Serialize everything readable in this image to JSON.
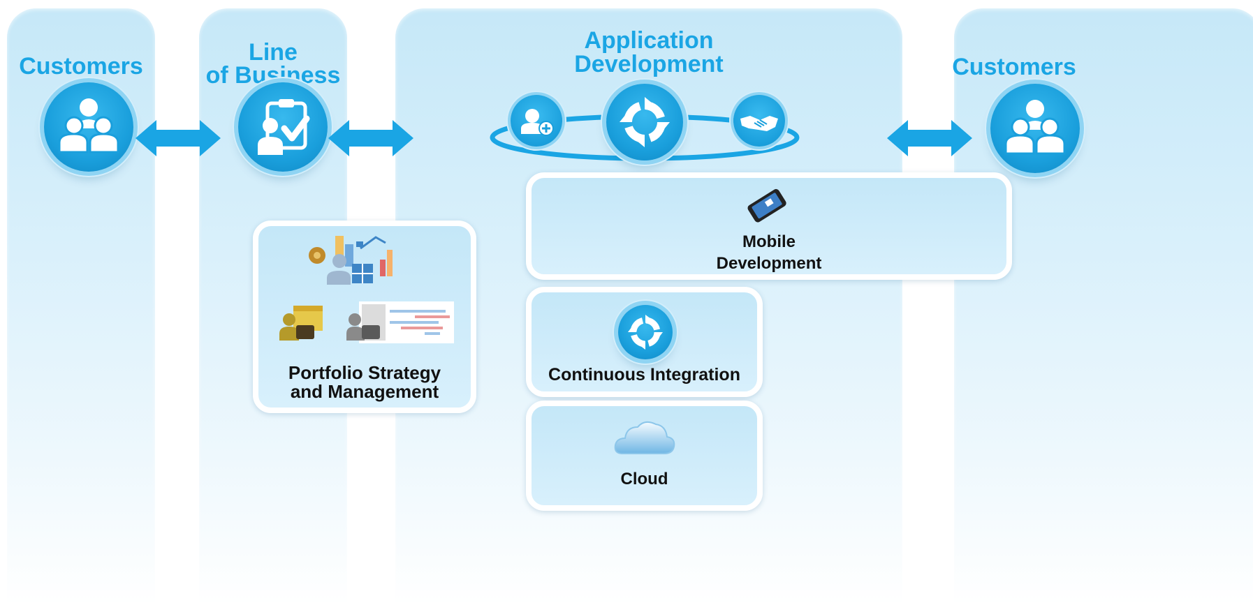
{
  "columns": {
    "customers_left": {
      "title": "Customers"
    },
    "line_of_business": {
      "title_line1": "Line",
      "title_line2": "of Business"
    },
    "app_dev": {
      "title_line1": "Application",
      "title_line2": "Development"
    },
    "customers_right": {
      "title": "Customers"
    }
  },
  "cards": {
    "portfolio": {
      "line1": "Portfolio Strategy",
      "line2": "and Management"
    },
    "mobile": {
      "line1": "Mobile",
      "line2": "Development"
    },
    "ci": {
      "label": "Continuous Integration"
    },
    "cloud": {
      "label": "Cloud"
    }
  },
  "icons": {
    "customers": "group-of-people-icon",
    "line_of_business": "clipboard-person-check-icon",
    "add_user": "add-user-icon",
    "lifecycle": "circular-arrows-icon",
    "handshake": "handshake-icon",
    "bidirectional_arrow": "double-headed-arrow-icon",
    "mobile": "smartphone-icon",
    "cloud": "cloud-icon"
  },
  "colors": {
    "accent": "#1aa5e4",
    "column_bg": "#d3eefb",
    "text_dark": "#111111"
  }
}
